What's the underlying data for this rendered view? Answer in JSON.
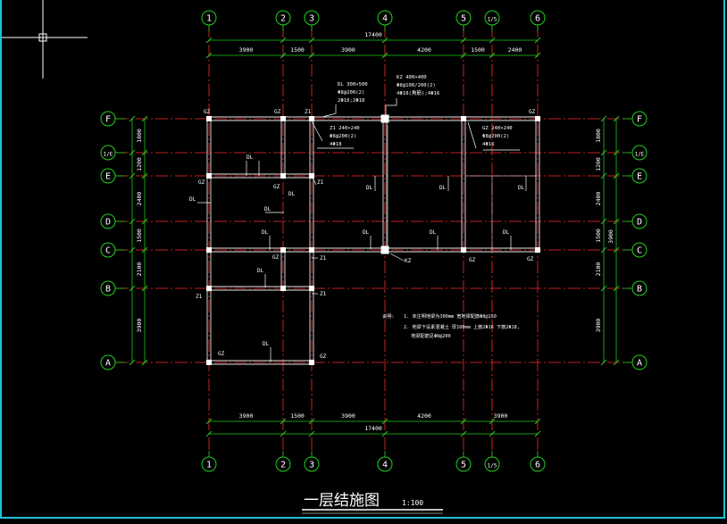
{
  "title": {
    "main": "一层结施图",
    "scale": "1:100"
  },
  "colors": {
    "background": "#000000",
    "axis": "#ff2a2a",
    "dim": "#20c820",
    "wall": "#e8e8e8",
    "text": "#ffffff",
    "bubble": "#20d020",
    "frame": "#19c3d6"
  },
  "axes_x": [
    {
      "label": "1"
    },
    {
      "label": "2"
    },
    {
      "label": "3"
    },
    {
      "label": "4"
    },
    {
      "label": "5"
    },
    {
      "label": "1/5"
    },
    {
      "label": "6"
    }
  ],
  "axes_y": [
    {
      "label": "F"
    },
    {
      "label": "1/E"
    },
    {
      "label": "E"
    },
    {
      "label": "D"
    },
    {
      "label": "C"
    },
    {
      "label": "B"
    },
    {
      "label": "A"
    }
  ],
  "dims_top": {
    "total": "17400",
    "segments": [
      "3900",
      "1500",
      "3900",
      "4200",
      "1500",
      "2400"
    ]
  },
  "dims_bottom": {
    "total": "17400",
    "segments": [
      "3900",
      "1500",
      "3900",
      "4200",
      "3900"
    ]
  },
  "dims_left": {
    "segments": [
      "1800",
      "1200",
      "2400",
      "1500",
      "2100",
      "3900"
    ]
  },
  "dims_right": {
    "segments": [
      "1800",
      "1200",
      "2400",
      "1500",
      "2100",
      "3900"
    ],
    "combined": "3900"
  },
  "annotations": {
    "dl_spec": [
      "DL 300×500",
      "Φ8@200(2)",
      "2Φ16;2Φ18"
    ],
    "kz_spec": [
      "KZ 400×400",
      "Φ8@100/200(2)",
      "4Φ18(角筋);4Φ16"
    ],
    "z1_spec": [
      "Z1 240×240",
      "Φ8@200(2)",
      "4Φ18"
    ],
    "gz_spec": [
      "GZ 240×240",
      "Φ8@200(2)",
      "4Φ16"
    ]
  },
  "labels": {
    "dl": "DL",
    "gz": "GZ",
    "z1": "Z1",
    "kz": "KZ"
  },
  "notes": {
    "heading": "说明:",
    "lines": [
      "1. 未注明地梁为300mm 宽地梁配筋Φ8@150",
      "2. 地梁下设素混凝土 厚100mm 上筋2Φ16 下筋2Φ18,",
      "地梁配筋见Φ8@200"
    ]
  }
}
